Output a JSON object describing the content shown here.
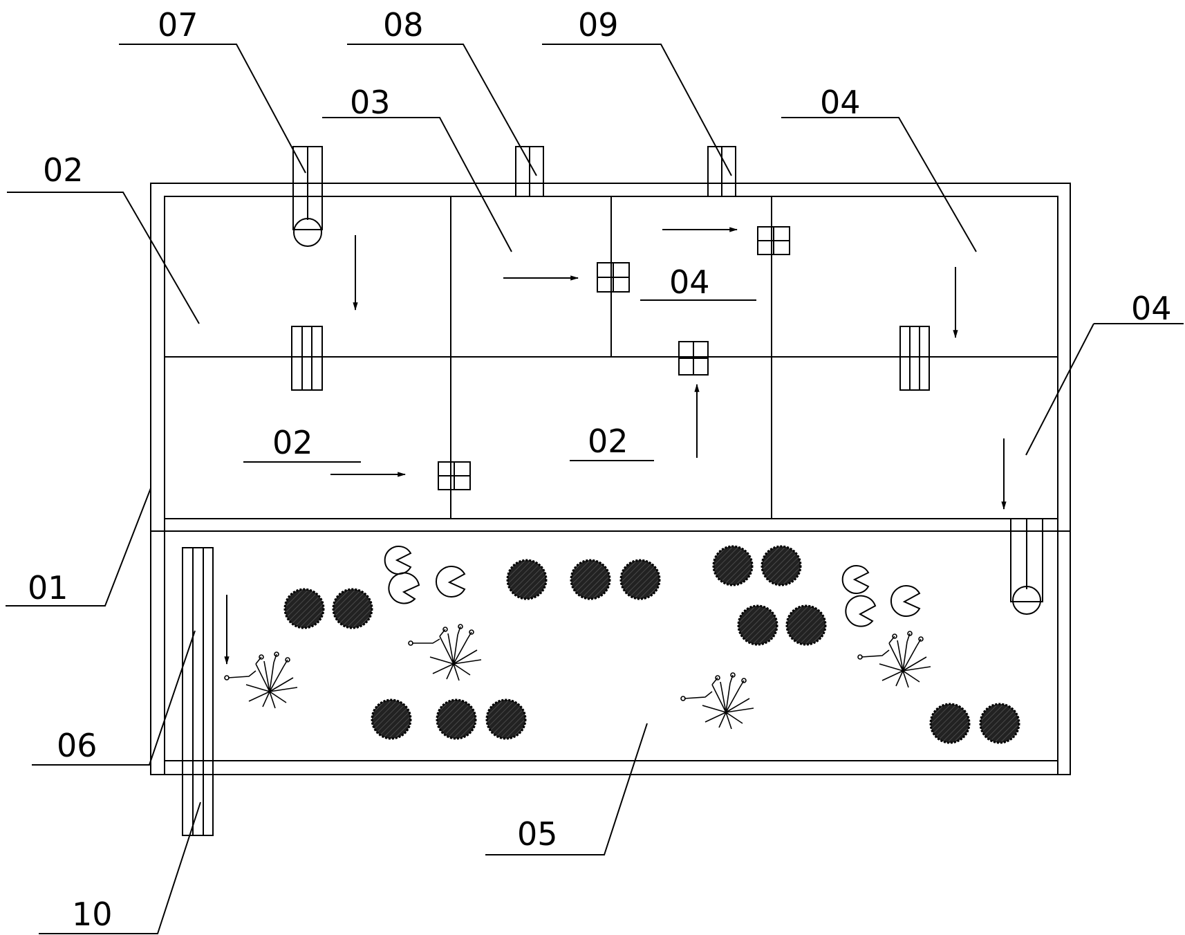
{
  "labels": {
    "l01": "01",
    "l02a": "02",
    "l02b": "02",
    "l02c": "02",
    "l03": "03",
    "l04a": "04",
    "l04b": "04",
    "l04c": "04",
    "l05": "05",
    "l06": "06",
    "l07": "07",
    "l08": "08",
    "l09": "09",
    "l10": "10"
  },
  "colors": {
    "line": "#000000",
    "background": "#ffffff",
    "plant_fill": "#222222"
  },
  "icons": {
    "floating_plant": "dark-round-shrub-icon",
    "lily_pad": "lily-pad-icon",
    "emergent_plant": "reed-plant-icon",
    "grate": "grid-outlet-icon",
    "flow": "flow-arrow-icon"
  }
}
